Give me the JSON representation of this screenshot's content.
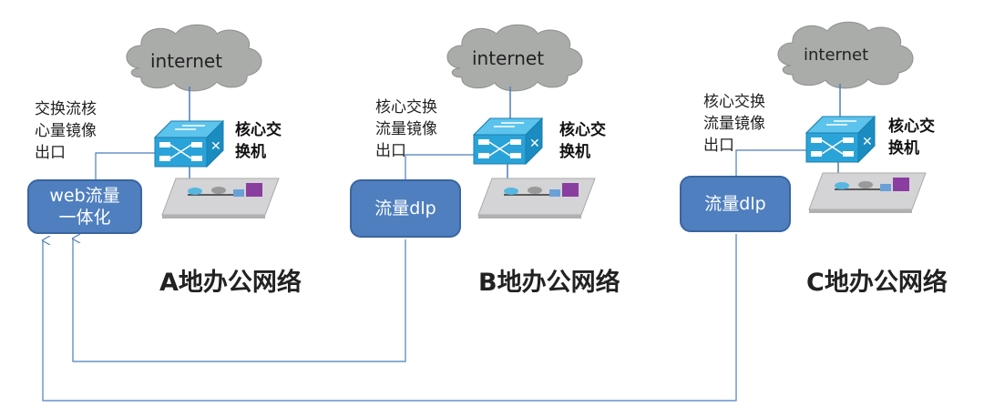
{
  "sites": [
    {
      "cloud": "internet",
      "mirror_label": "交换流核心量镜像出口",
      "switch_label": "核心交换机",
      "device": "web流量一体化",
      "name": "A地办公网络"
    },
    {
      "cloud": "internet",
      "mirror_label": "核心交换流量镜像出口",
      "switch_label": "核心交换机",
      "device": "流量dlp",
      "name": "B地办公网络"
    },
    {
      "cloud": "internet",
      "mirror_label": "核心交换流量镜像出口",
      "switch_label": "核心交换机",
      "device": "流量dlp",
      "name": "C地办公网络"
    }
  ],
  "colors": {
    "box": "#4f7fbf",
    "line": "#4a7ebb",
    "cloud": "#a9aca9",
    "switch": "#2aa3d8"
  }
}
